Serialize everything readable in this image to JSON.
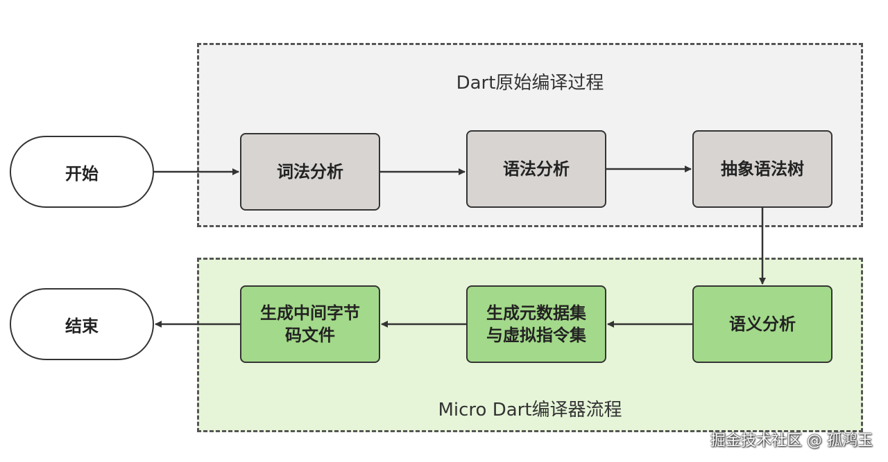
{
  "groups": {
    "original": {
      "label": "Dart原始编译过程"
    },
    "micro": {
      "label": "Micro Dart编译器流程"
    }
  },
  "terminals": {
    "start": "开始",
    "end": "结束"
  },
  "steps": {
    "lexical": "词法分析",
    "syntax": "语法分析",
    "ast": "抽象语法树",
    "semantic": "语义分析",
    "metadata": "生成元数据集与虚拟指令集",
    "bytecode": "生成中间字节码文件"
  },
  "colors": {
    "gray_node": "#d7d4d2",
    "green_node": "#a3d98a",
    "green_group": "#e6f5d8",
    "gray_group": "#f2f2f2"
  },
  "watermark": "掘金技术社区 @ 孤鸿玉"
}
